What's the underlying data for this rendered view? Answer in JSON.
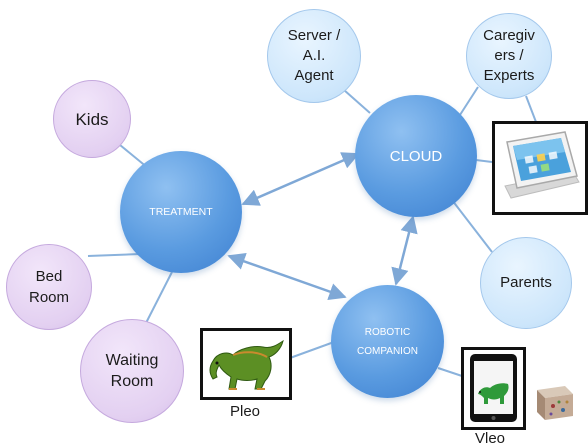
{
  "nodes": {
    "treatment": "TREATMENT",
    "cloud": "CLOUD",
    "robotic": "ROBOTIC\nCOMPANION",
    "server": "Server /\nA.I.\nAgent",
    "caregivers": "Caregiv\ners /\nExperts",
    "parents": "Parents",
    "kids": "Kids",
    "bedroom": "Bed\nRoom",
    "waiting": "Waiting\nRoom"
  },
  "captions": {
    "pleo": "Pleo",
    "vleo": "Vleo"
  },
  "colors": {
    "hub": "#5a9be0",
    "satellite_blue": "#cde6fb",
    "satellite_purple": "#e3d0f1",
    "edge": "#7fa8d6"
  }
}
